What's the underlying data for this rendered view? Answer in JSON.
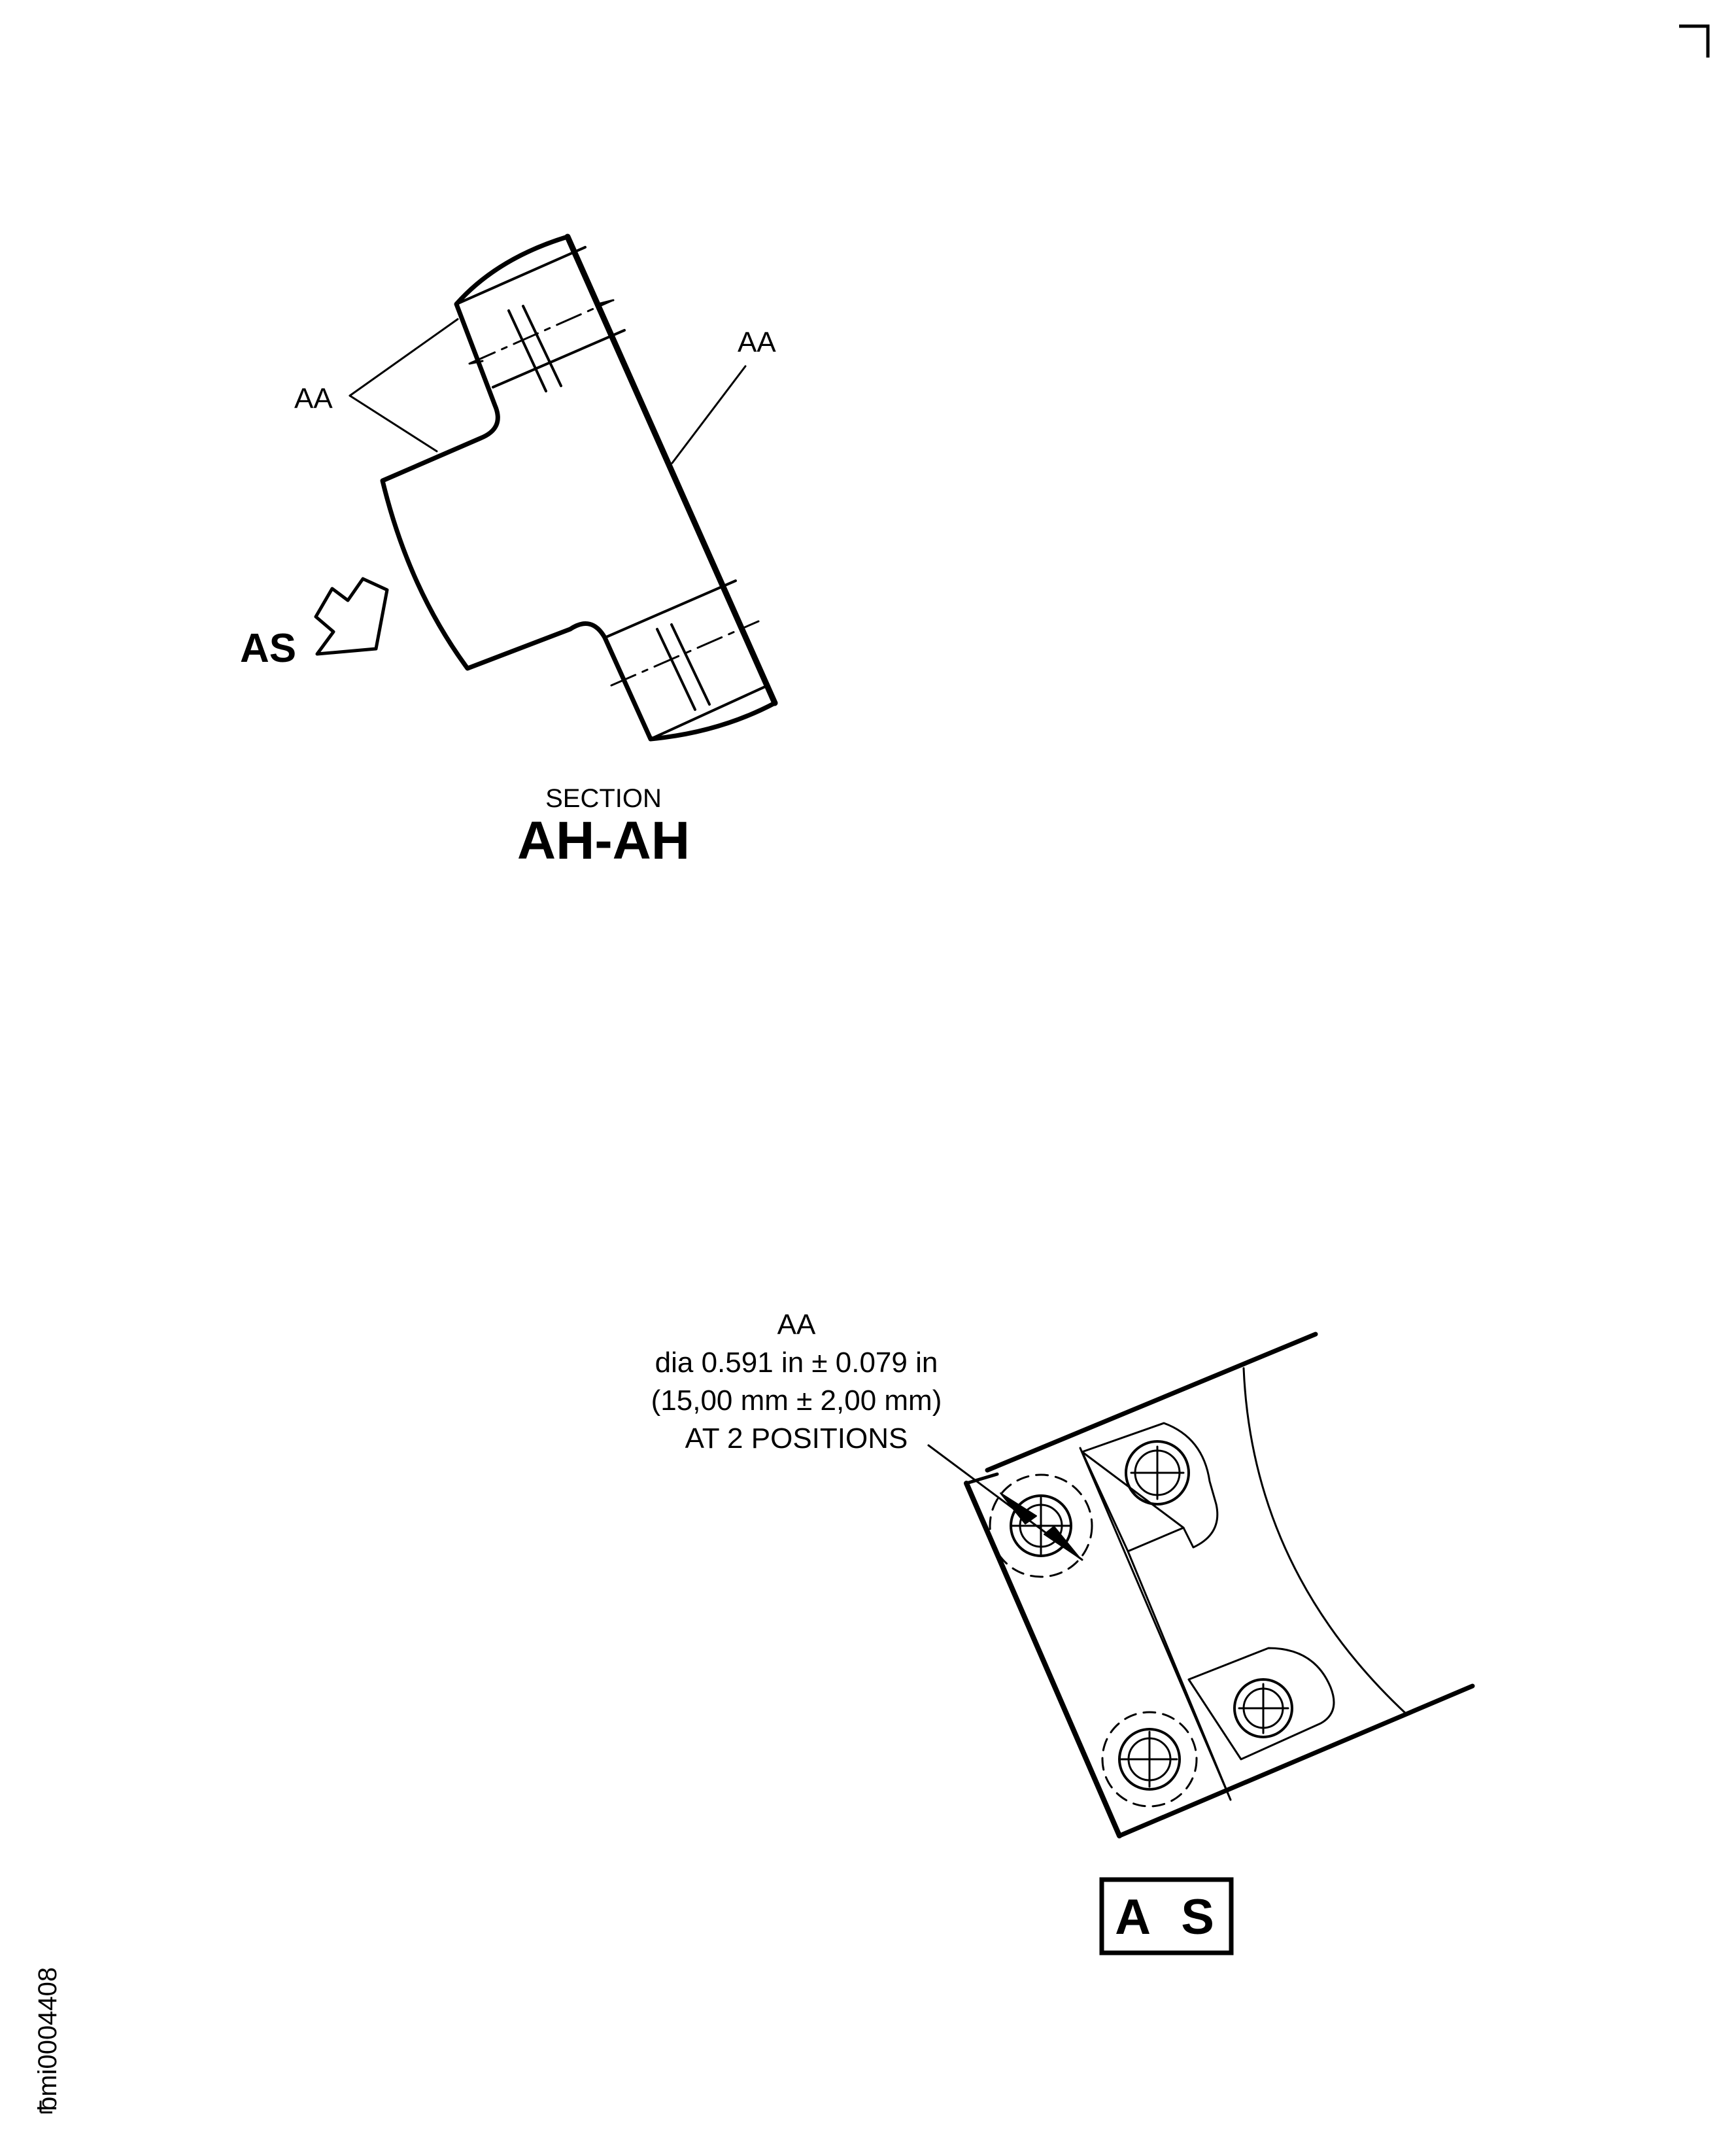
{
  "section_view": {
    "callout_left": "AA",
    "callout_right": "AA",
    "view_arrow_label": "AS",
    "caption_small": "SECTION",
    "caption_big": "AH-AH"
  },
  "detail_view": {
    "note_lines": [
      "AA",
      "dia 0.591 in ± 0.079 in",
      "(15,00 mm ± 2,00 mm)",
      "AT 2 POSITIONS"
    ],
    "view_label": "A S"
  },
  "document_id": "bmi0004408"
}
